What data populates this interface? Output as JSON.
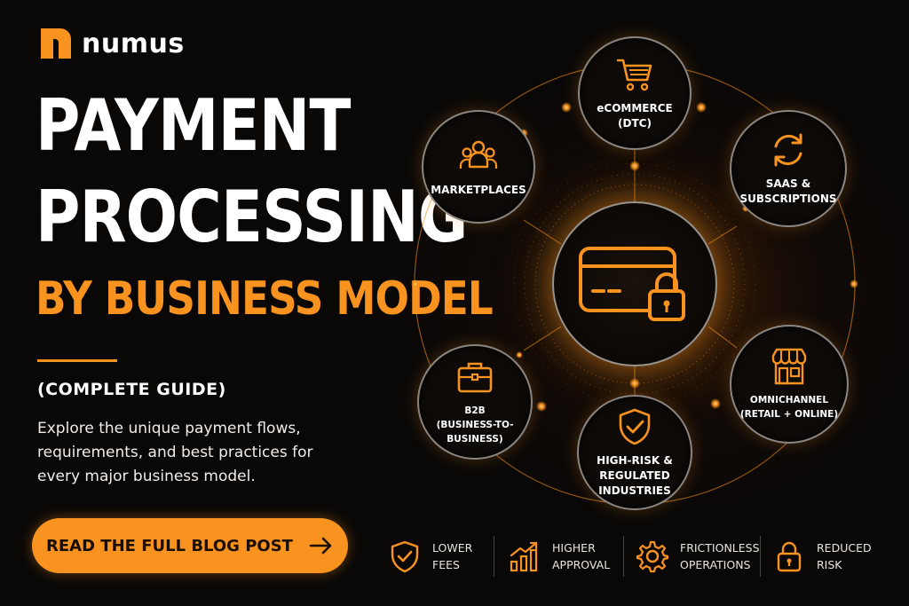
{
  "brand": {
    "name": "numus",
    "accent": "#f7931e"
  },
  "headline": {
    "line1": "PAYMENT",
    "line2": "PROCESSING",
    "line3": "BY BUSINESS MODEL"
  },
  "subtitle": "(COMPLETE GUIDE)",
  "description": "Explore the unique payment flows, requirements, and best practices for every major business model.",
  "cta": {
    "label": "READ THE FULL BLOG POST",
    "icon": "arrow-right-icon"
  },
  "center": {
    "icon": "credit-card-lock-icon"
  },
  "models": [
    {
      "label": "eCOMMERCE\n(DTC)",
      "icon": "shopping-cart-icon"
    },
    {
      "label": "SAAS &\nSUBSCRIPTIONS",
      "icon": "refresh-arrows-icon"
    },
    {
      "label": "OMNICHANNEL\n(RETAIL + ONLINE)",
      "icon": "storefront-icon"
    },
    {
      "label": "HIGH-RISK &\nREGULATED\nINDUSTRIES",
      "icon": "shield-check-icon"
    },
    {
      "label": "B2B\n(BUSINESS-TO-\nBUSINESS)",
      "icon": "briefcase-icon"
    },
    {
      "label": "MARKETPLACES",
      "icon": "people-group-icon"
    }
  ],
  "benefits": [
    {
      "label": "LOWER\nFEES",
      "icon": "shield-check-icon"
    },
    {
      "label": "HIGHER\nAPPROVAL",
      "icon": "bar-chart-growth-icon"
    },
    {
      "label": "FRICTIONLESS\nOPERATIONS",
      "icon": "gear-icon"
    },
    {
      "label": "REDUCED\nRISK",
      "icon": "padlock-icon"
    }
  ]
}
